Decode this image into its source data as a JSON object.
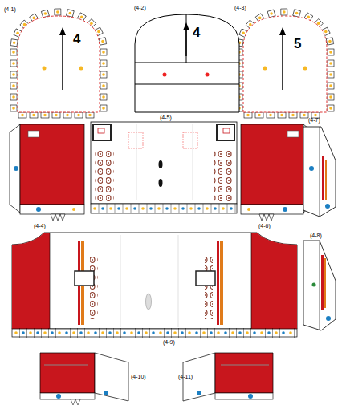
{
  "diagram": {
    "labels": [
      "(4-1)",
      "4",
      "(4-2)",
      "4",
      "(4-3)",
      "5",
      "(4-5)",
      "(4-4)",
      "(4-6)",
      "(4-7)",
      "(4-8)",
      "(4-9)",
      "(4-10)",
      "(4-11)"
    ]
  }
}
